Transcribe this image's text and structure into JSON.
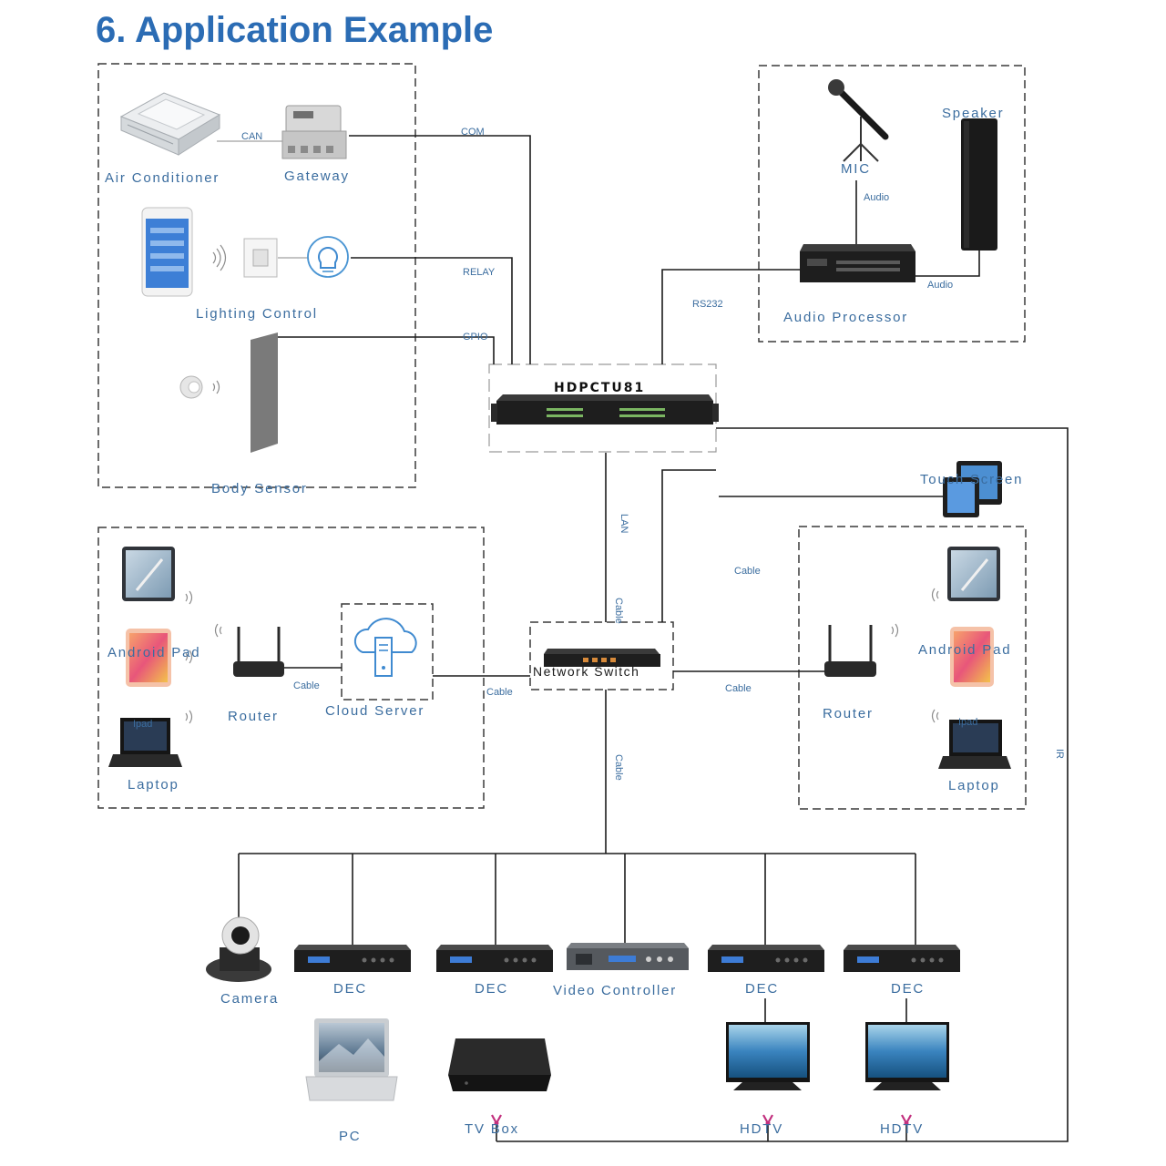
{
  "title": "6. Application Example",
  "colors": {
    "title": "#2b6cb4",
    "label": "#3b6d9f",
    "line": "#1c1c1c",
    "zone": "#3a3a3a",
    "device_dark": "#1e1e1e",
    "accent_blue": "#3f8ad0",
    "ir": "#c2307e"
  },
  "controller": {
    "label": "HDPCTU81"
  },
  "smart_home": {
    "air_conditioner": "Air Conditioner",
    "gateway": "Gateway",
    "can_link": "CAN",
    "lighting_control": "Lighting Control",
    "body_sensor": "Body Sensor"
  },
  "control_links": {
    "com": "COM",
    "relay": "RELAY",
    "gpio": "GPIO",
    "rs232": "RS232",
    "lan": "LAN",
    "ir": "IR"
  },
  "audio": {
    "mic": "MIC",
    "mic_link": "Audio",
    "speaker": "Speaker",
    "speaker_link": "Audio",
    "processor": "Audio Processor"
  },
  "touch_screen": "Touch Screen",
  "network_switch": {
    "label": "Network Switch",
    "uplink": "Cable",
    "touch_link": "Cable",
    "downlink": "Cable"
  },
  "left_network": {
    "android_pad": "Android Pad",
    "ipad": "Ipad",
    "laptop": "Laptop",
    "router": "Router",
    "router_link": "Cable",
    "cloud_server": "Cloud Server",
    "server_link": "Cable"
  },
  "right_network": {
    "router": "Router",
    "router_link": "Cable",
    "android_pad": "Android Pad",
    "ipad": "Ipad",
    "laptop": "Laptop"
  },
  "endpoints": {
    "camera": "Camera",
    "decoders": [
      "DEC",
      "DEC",
      "DEC",
      "DEC"
    ],
    "video_controller": "Video Controller",
    "pc": "PC",
    "tv_box": "TV Box",
    "hdtv": [
      "HDTV",
      "HDTV"
    ]
  },
  "icons": [
    "air-conditioner-icon",
    "gateway-icon",
    "smartphone-icon",
    "wall-switch-icon",
    "light-bulb-icon",
    "motion-sensor-icon",
    "microphone-icon",
    "speaker-icon",
    "audio-processor-icon",
    "central-controller-icon",
    "touch-screen-icon",
    "tablet-icon",
    "android-pad-icon",
    "laptop-icon",
    "router-icon",
    "cloud-server-icon",
    "network-switch-icon",
    "camera-icon",
    "decoder-icon",
    "video-controller-icon",
    "pc-laptop-icon",
    "tv-box-icon",
    "hdtv-icon",
    "ir-emitter-icon"
  ]
}
